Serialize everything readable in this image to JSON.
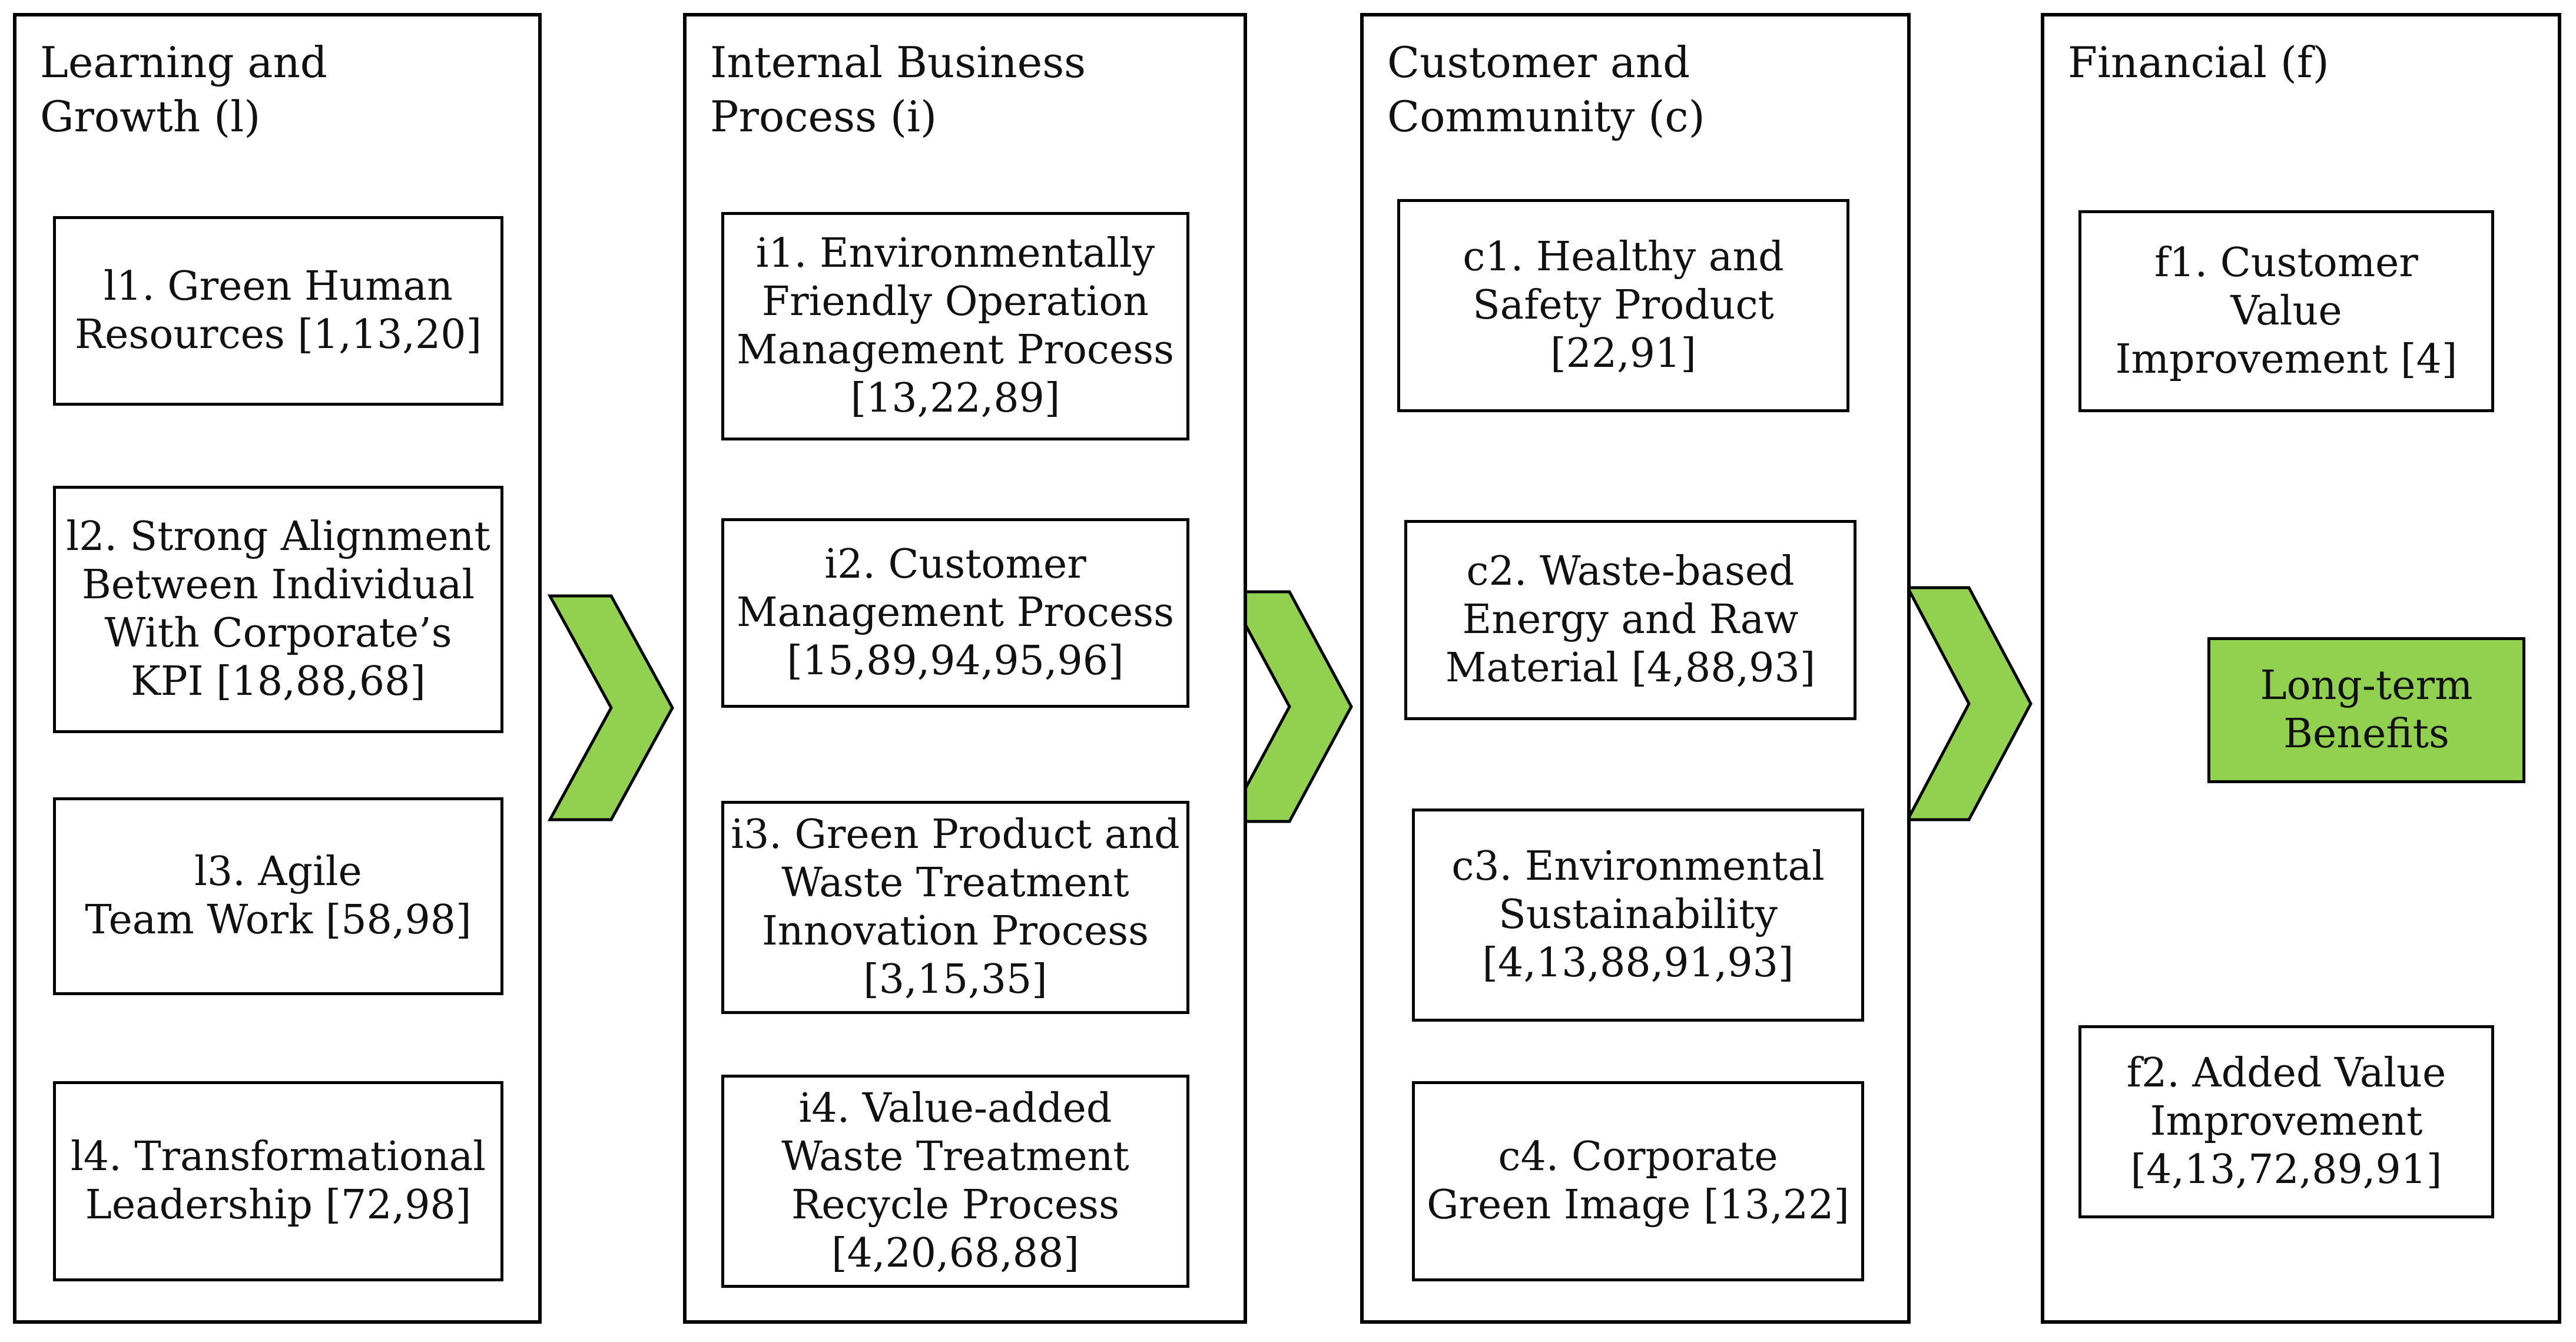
{
  "accent_green": "#92D050",
  "panels": [
    {
      "title": "Learning and\nGrowth (l)",
      "items": [
        "l1. Green Human\nResources [1,13,20]",
        "l2. Strong Alignment\nBetween Individual\nWith Corporate’s\nKPI [18,88,68]",
        "l3. Agile\nTeam Work [58,98]",
        "l4. Transformational\nLeadership [72,98]"
      ]
    },
    {
      "title": "Internal Business\nProcess (i)",
      "items": [
        "i1. Environmentally\nFriendly Operation\nManagement Process\n[13,22,89]",
        "i2. Customer\nManagement Process\n[15,89,94,95,96]",
        "i3. Green Product and\nWaste Treatment\nInnovation Process\n[3,15,35]",
        "i4. Value-added\nWaste Treatment\nRecycle Process\n[4,20,68,88]"
      ]
    },
    {
      "title": "Customer and\nCommunity (c)",
      "items": [
        "c1. Healthy and\nSafety Product\n[22,91]",
        "c2. Waste-based\nEnergy and Raw\nMaterial [4,88,93]",
        "c3. Environmental\nSustainability\n[4,13,88,91,93]",
        "c4. Corporate\nGreen Image [13,22]"
      ]
    },
    {
      "title": "Financial (f)",
      "items": [
        "f1. Customer\nValue\nImprovement [4]",
        "Long-term\nBenefits",
        "f2. Added Value\nImprovement\n[4,13,72,89,91]"
      ]
    }
  ]
}
